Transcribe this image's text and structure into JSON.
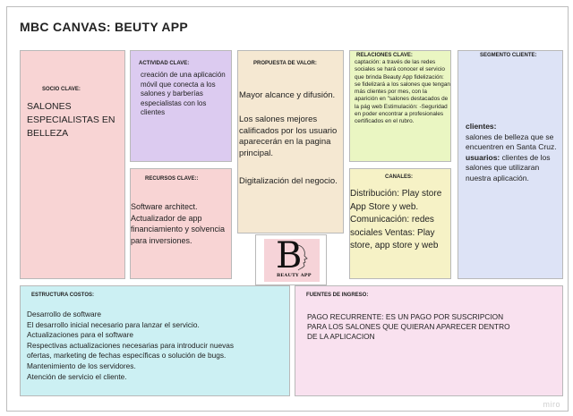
{
  "title": "MBC  CANVAS: BEUTY APP",
  "socio": {
    "header": "SOCIO CLAVE:",
    "body": "SALONES ESPECIALISTAS EN BELLEZA"
  },
  "actividad": {
    "header": "ACTIVIDAD CLAVE:",
    "body": "creación de una aplicación móvil que conecta a los salones y barberías especialistas con los clientes"
  },
  "propuesta": {
    "header": "PROPUESTA DE VALOR:",
    "p1": "Mayor alcance y difusión.",
    "p2": "Los salones mejores calificados por los usuario aparecerán en la pagina principal.",
    "p3": "Digitalización del negocio."
  },
  "relaciones": {
    "header": "RELACIONES CLAVE:",
    "body": "captación: a través de las redes sociales se hará conocer el servicio que brinda Beauty App fidelización: se fidelizará a los salones que tengan más clientes por mes, con la aparición en \"salones destacados de la pág web Estimulación: -Seguridad en poder encontrar a profesionales certificados en el rubro."
  },
  "segmento": {
    "header": "SEGMENTO CLIENTE:",
    "clientes_label": "clientes:",
    "clientes_text": "salones de belleza que se encuentren en Santa Cruz.",
    "usuarios_label": "usuarios:",
    "usuarios_text": "clientes de los salones que utilizaran nuestra aplicación."
  },
  "recursos": {
    "header": "RECURSOS CLAVE::",
    "body": "Software architect. Actualizador de app financiamiento y solvencia para inversiones."
  },
  "canales": {
    "header": "CANALES:",
    "body": "Distribución: Play store App Store y web. Comunicación: redes sociales Ventas: Play store, app store y web"
  },
  "logo": {
    "letter": "B",
    "text": "BEAUTY APP"
  },
  "costos": {
    "header": "ESTRUCTURA COSTOS:",
    "lines": [
      "Desarrollo de software",
      "El desarrollo inicial necesario para lanzar el servicio.",
      "Actualizaciones para el software",
      "Respectivas actualizaciones necesarias para introducir nuevas",
      "ofertas, marketing de fechas específicas o solución de bugs.",
      "Mantenimiento de los servidores.",
      "Atención de servicio el cliente."
    ]
  },
  "ingresos": {
    "header": "FUENTES DE INGRESO:",
    "lines": [
      "PAGO RECURRENTE: ES UN PAGO POR SUSCRIPCION",
      "PARA LOS SALONES QUE QUIERAN APARECER DENTRO",
      "DE LA APLICACION"
    ]
  },
  "watermark": "miro",
  "colors": {
    "socio": "#f8d4d4",
    "actividad": "#dccbf0",
    "propuesta": "#f5e8d2",
    "relaciones": "#eaf6c2",
    "segmento": "#dde3f6",
    "recursos": "#f8d4d4",
    "canales": "#f6f2c6",
    "costos": "#ccf0f3",
    "ingresos": "#f9e1ef",
    "logo_bg": "#f6d3d8"
  }
}
